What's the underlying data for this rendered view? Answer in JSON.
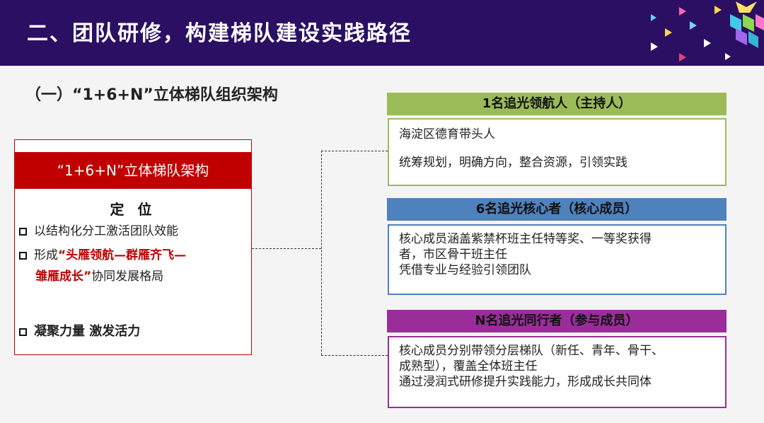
{
  "header": {
    "title": "二、团队研修，构建梯队建设实践路径"
  },
  "subtitle": "（一）“1+6+N”立体梯队组织架构",
  "left": {
    "title": "“1+6+N”立体梯队架构",
    "heading": "定 位",
    "b1": "以结构化分工激活团队效能",
    "b2_pre": "形成",
    "b2_red1": "“头雁领航—群雁齐飞—",
    "b2_red2": "雏雁成长”",
    "b2_post": "协同发展格局",
    "b3": "凝聚力量 激发活力"
  },
  "tiers": [
    {
      "head": "1名追光领航人（主持人）",
      "color": "#9bbb59",
      "lines": [
        "海淀区德育带头人",
        "统筹规划，明确方向，整合资源，引领实践"
      ]
    },
    {
      "head": "6名追光核心者（核心成员）",
      "color": "#4f81bd",
      "lines": [
        "核心成员涵盖紫禁杯班主任特等奖、一等奖获得",
        "者，市区骨干班主任",
        "凭借专业与经验引领团队"
      ]
    },
    {
      "head": "N名追光同行者（参与成员）",
      "color": "#9b2d9b",
      "lines": [
        "核心成员分别带领分层梯队（新任、青年、骨干、",
        "成熟型），覆盖全体班主任",
        "通过浸润式研修提升实践能力，形成成长共同体"
      ]
    }
  ]
}
